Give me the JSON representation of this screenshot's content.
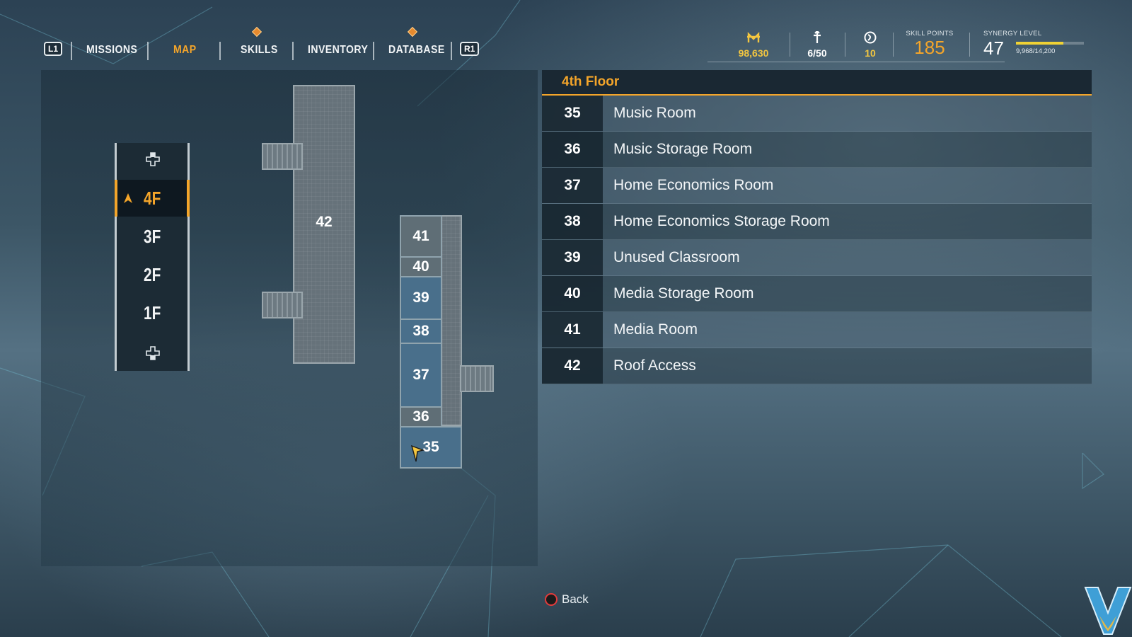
{
  "nav": {
    "left_button": "L1",
    "right_button": "R1",
    "tabs": [
      {
        "label": "MISSIONS",
        "active": false
      },
      {
        "label": "MAP",
        "active": true
      },
      {
        "label": "SKILLS",
        "active": false
      },
      {
        "label": "INVENTORY",
        "active": false
      },
      {
        "label": "DATABASE",
        "active": false
      }
    ]
  },
  "stats": {
    "money": "98,630",
    "items": "6/50",
    "tokens": "10",
    "skill_points_label": "SKILL POINTS",
    "skill_points": "185",
    "synergy_label": "SYNERGY LEVEL",
    "synergy_level": "47",
    "synergy_xp": "9,968/14,200",
    "synergy_progress": 0.702
  },
  "floors": {
    "items": [
      "4F",
      "3F",
      "2F",
      "1F"
    ],
    "selected": "4F"
  },
  "map": {
    "rooms": [
      "35",
      "36",
      "37",
      "38",
      "39",
      "40",
      "41",
      "42"
    ]
  },
  "list": {
    "title": "4th Floor",
    "rows": [
      {
        "num": "35",
        "name": "Music Room"
      },
      {
        "num": "36",
        "name": "Music Storage Room"
      },
      {
        "num": "37",
        "name": "Home Economics Room"
      },
      {
        "num": "38",
        "name": "Home Economics Storage Room"
      },
      {
        "num": "39",
        "name": "Unused Classroom"
      },
      {
        "num": "40",
        "name": "Media Storage Room"
      },
      {
        "num": "41",
        "name": "Media Room"
      },
      {
        "num": "42",
        "name": "Roof Access"
      }
    ]
  },
  "footer": {
    "back_label": "Back"
  },
  "colors": {
    "accent": "#f4a52a",
    "gold": "#f3c640",
    "room_blue": "#496f8b"
  }
}
